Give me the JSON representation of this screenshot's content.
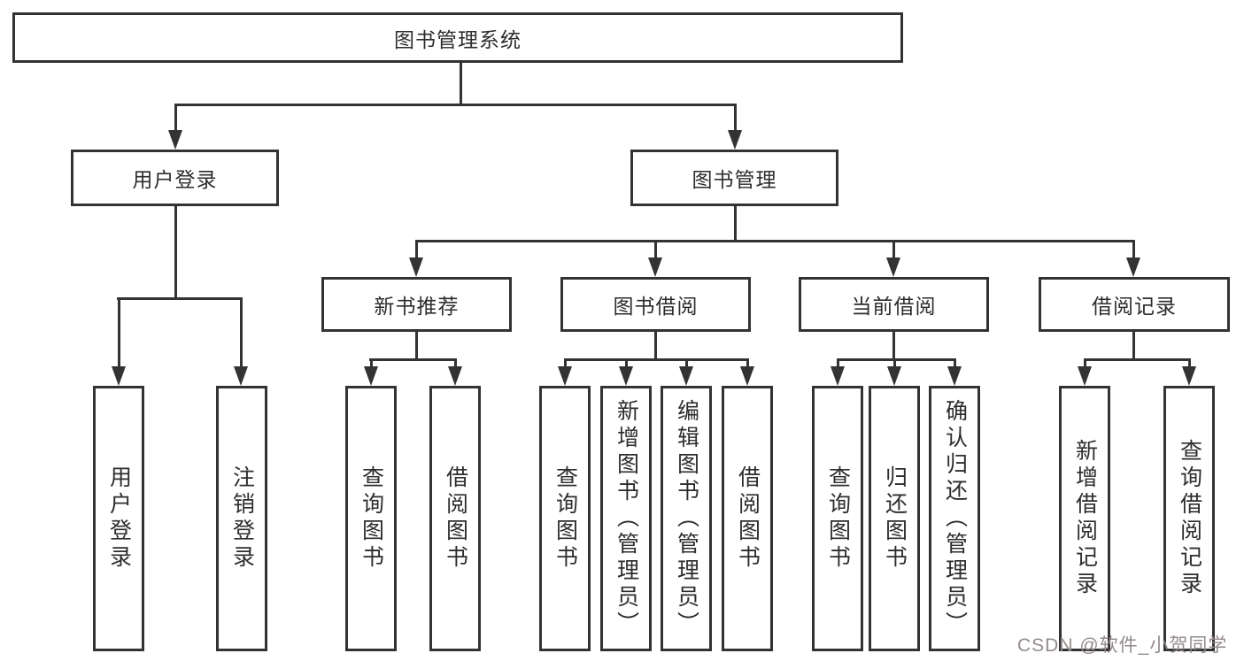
{
  "page": {
    "background": "#ffffff"
  },
  "diagram": {
    "line_color": "#333333",
    "tree": {
      "label": "图书管理系统",
      "children": [
        {
          "label": "用户登录",
          "children": [
            {
              "label": "用户登录"
            },
            {
              "label": "注销登录"
            }
          ]
        },
        {
          "label": "图书管理",
          "children": [
            {
              "label": "新书推荐",
              "children": [
                {
                  "label": "查询图书"
                },
                {
                  "label": "借阅图书"
                }
              ]
            },
            {
              "label": "图书借阅",
              "children": [
                {
                  "label": "查询图书"
                },
                {
                  "label": "新增图书（管理员）"
                },
                {
                  "label": "编辑图书（管理员）"
                },
                {
                  "label": "借阅图书"
                }
              ]
            },
            {
              "label": "当前借阅",
              "children": [
                {
                  "label": "查询图书"
                },
                {
                  "label": "归还图书"
                },
                {
                  "label": "确认归还（管理员）"
                }
              ]
            },
            {
              "label": "借阅记录",
              "children": [
                {
                  "label": "新增借阅记录"
                },
                {
                  "label": "查询借阅记录"
                }
              ]
            }
          ]
        }
      ]
    }
  },
  "watermark": {
    "text": "CSDN @软件_小贺同学",
    "color": "#958b8b"
  }
}
